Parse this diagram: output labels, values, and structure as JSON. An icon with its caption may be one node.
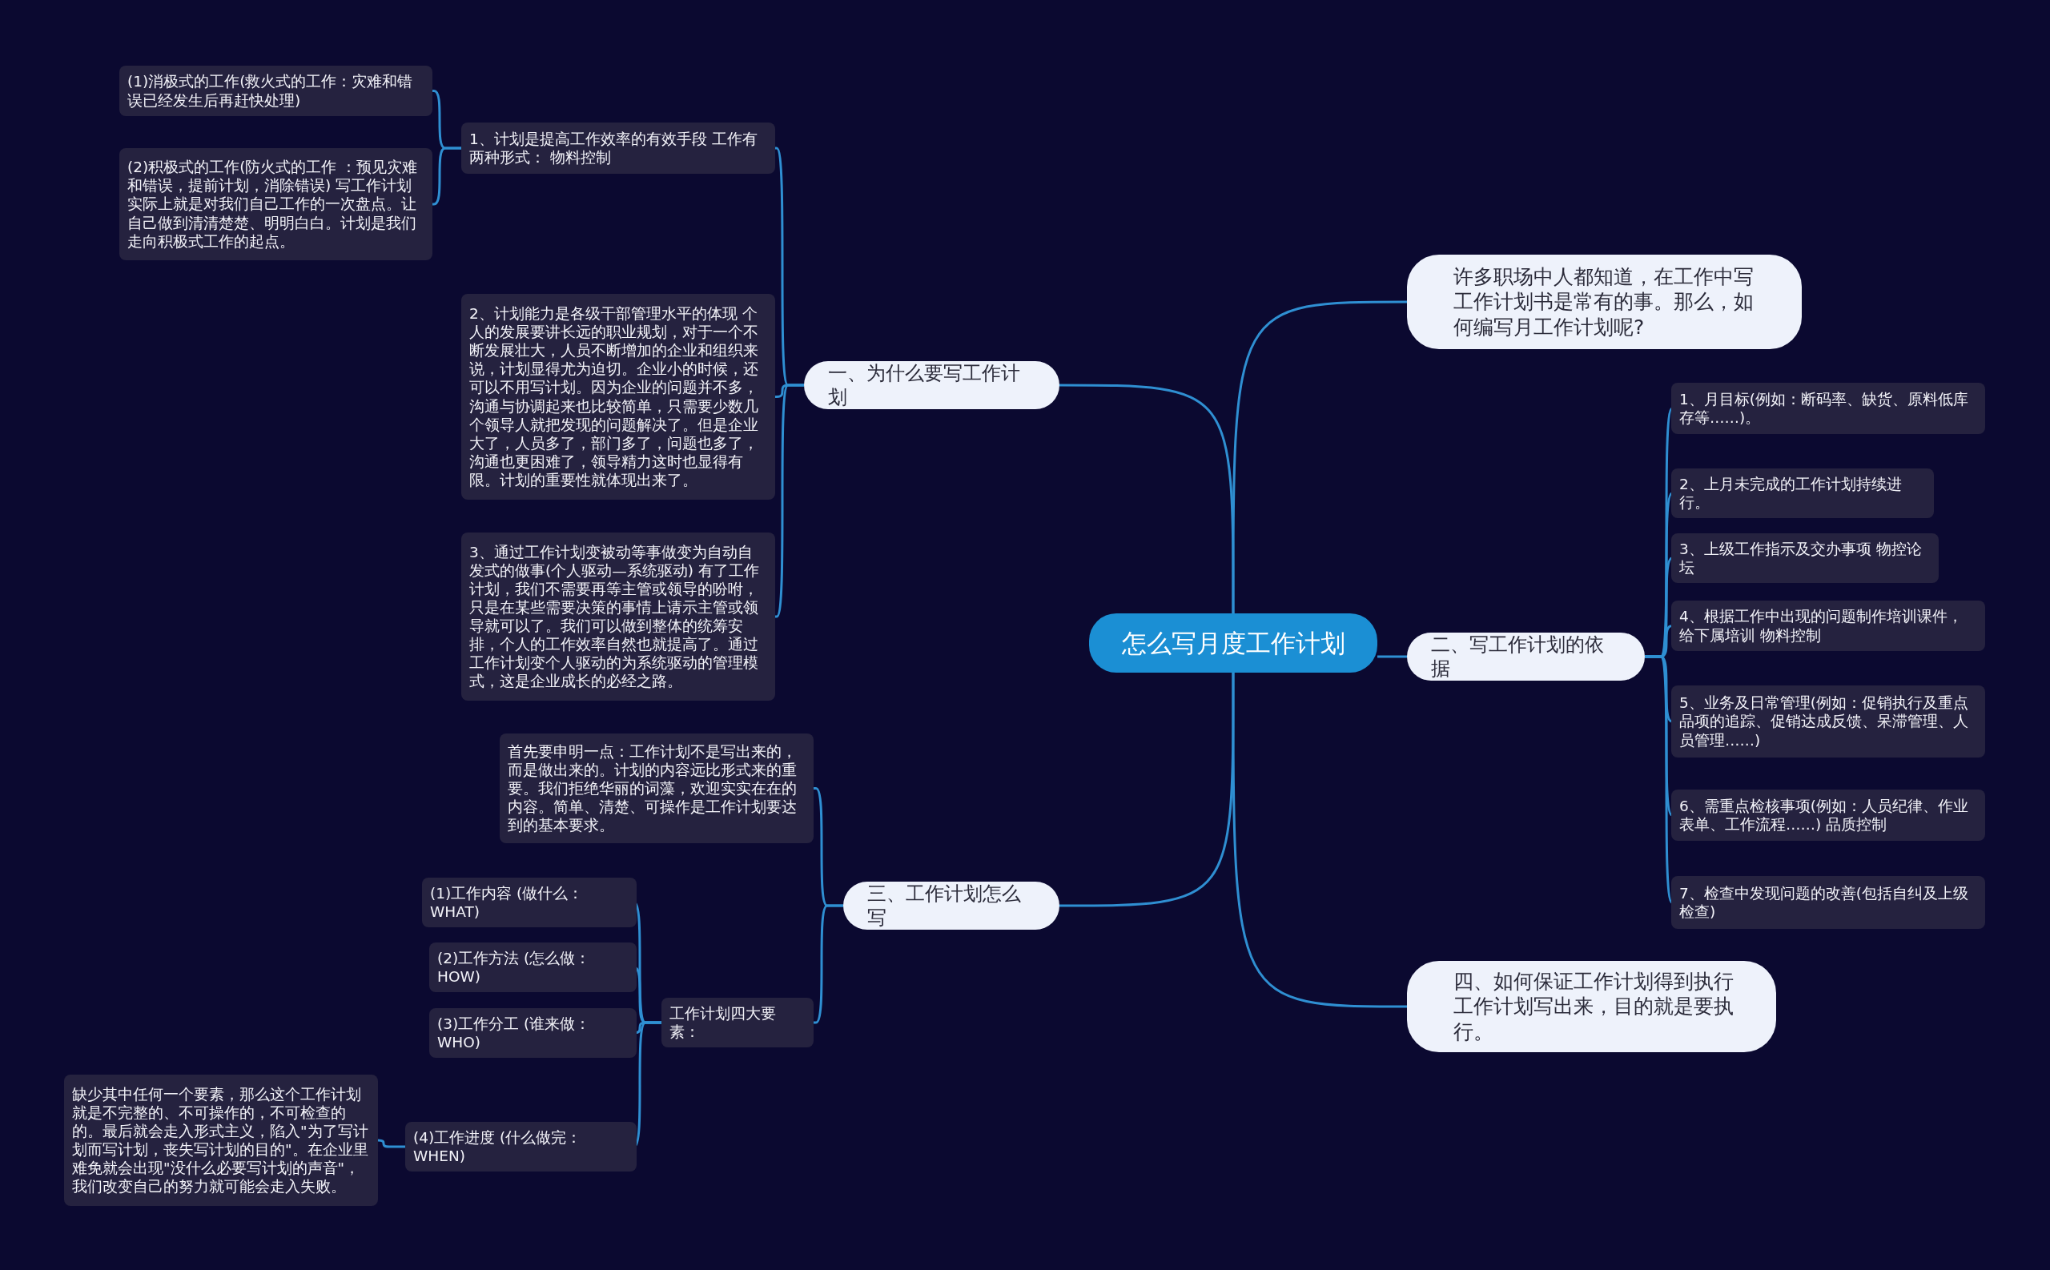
{
  "diagram": {
    "nodes": [
      {
        "text": [
          "怎么写月度工作计划"
        ]
      },
      {
        "text": [
          "许多职场中人都知道，在工作中写工作计划书是常有的事。那么，如何编写月工作计划呢?"
        ]
      },
      {
        "text": [
          "一、为什么要写工作计划"
        ]
      },
      {
        "text": [
          "1、计划是提高工作效率的有效手段 工作有两种形式： 物料控制"
        ]
      },
      {
        "text": [
          "(1)消极式的工作(救火式的工作：灾难和错误已经发生后再赶快处理)"
        ]
      },
      {
        "text": [
          "(2)积极式的工作(防火式的工作 ：预见灾难和错误，提前计划，消除错误) 写工作计划实际上就是对我们自己工作的一次盘点。让自己做到清清楚楚、明明白白。计划是我们走向积极式工作的起点。"
        ]
      },
      {
        "text": [
          "2、计划能力是各级干部管理水平的体现 个人的发展要讲长远的职业规划，对于一个不断发展壮大，人员不断增加的企业和组织来说，计划显得尤为迫切。企业小的时候，还可以不用写计划。因为企业的问题并不多，沟通与协调起来也比较简单，只需要少数几个领导人就把发现的问题解决了。但是企业大了，人员多了，部门多了，问题也多了，沟通也更困难了，领导精力这时也显得有限。计划的重要性就体现出来了。"
        ]
      },
      {
        "text": [
          "3、通过工作计划变被动等事做变为自动自发式的做事(个人驱动—系统驱动) 有了工作计划，我们不需要再等主管或领导的吩咐，只是在某些需要决策的事情上请示主管或领导就可以了。我们可以做到整体的统筹安排，个人的工作效率自然也就提高了。通过工作计划变个人驱动的为系统驱动的管理模式，这是企业成长的必经之路。"
        ]
      },
      {
        "text": [
          "二、写工作计划的依据"
        ]
      },
      {
        "text": [
          "1、月目标(例如：断码率、缺货、原料低库存等……)。"
        ]
      },
      {
        "text": [
          "2、上月未完成的工作计划持续进行。"
        ]
      },
      {
        "text": [
          "3、上级工作指示及交办事项 物控论坛"
        ]
      },
      {
        "text": [
          "4、根据工作中出现的问题制作培训课件，给下属培训 物料控制"
        ]
      },
      {
        "text": [
          "5、业务及日常管理(例如：促销执行及重点品项的追踪、促销达成反馈、呆滞管理、人员管理……)"
        ]
      },
      {
        "text": [
          "6、需重点检核事项(例如：人员纪律、作业表单、工作流程……) 品质控制"
        ]
      },
      {
        "text": [
          "7、检查中发现问题的改善(包括自纠及上级检查)"
        ]
      },
      {
        "text": [
          "三、工作计划怎么写"
        ]
      },
      {
        "text": [
          "首先要申明一点：工作计划不是写出来的，而是做出来的。计划的内容远比形式来的重要。我们拒绝华丽的词藻，欢迎实实在在的内容。简单、清楚、可操作是工作计划要达到的基本要求。"
        ]
      },
      {
        "text": [
          "工作计划四大要素："
        ]
      },
      {
        "text": [
          "(1)工作内容 (做什么：WHAT)"
        ]
      },
      {
        "text": [
          "(2)工作方法 (怎么做：HOW)"
        ]
      },
      {
        "text": [
          "(3)工作分工 (谁来做：WHO)"
        ]
      },
      {
        "text": [
          "(4)工作进度 (什么做完：WHEN)"
        ]
      },
      {
        "text": [
          "缺少其中任何一个要素，那么这个工作计划就是不完整的、不可操作的，不可检查的的。最后就会走入形式主义，陷入\"为了写计划而写计划，丧失写计划的目的\"。在企业里难免就会出现\"没什么必要写计划的声音\"，我们改变自己的努力就可能会走入失败。"
        ]
      },
      {
        "text": [
          "四、如何保证工作计划得到执行工作计划写出来，目的就是要执行。"
        ]
      }
    ],
    "edges": [
      {
        "from": 0,
        "to": 1,
        "arrow": "none"
      },
      {
        "from": 0,
        "to": 2,
        "arrow": "none"
      },
      {
        "from": 0,
        "to": 8,
        "arrow": "none"
      },
      {
        "from": 0,
        "to": 16,
        "arrow": "none"
      },
      {
        "from": 0,
        "to": 24,
        "arrow": "none"
      },
      {
        "from": 2,
        "to": 3,
        "arrow": "none"
      },
      {
        "from": 2,
        "to": 6,
        "arrow": "none"
      },
      {
        "from": 2,
        "to": 7,
        "arrow": "none"
      },
      {
        "from": 3,
        "to": 4,
        "arrow": "none"
      },
      {
        "from": 3,
        "to": 5,
        "arrow": "none"
      },
      {
        "from": 8,
        "to": 9,
        "arrow": "none"
      },
      {
        "from": 8,
        "to": 10,
        "arrow": "none"
      },
      {
        "from": 8,
        "to": 11,
        "arrow": "none"
      },
      {
        "from": 8,
        "to": 12,
        "arrow": "none"
      },
      {
        "from": 8,
        "to": 13,
        "arrow": "none"
      },
      {
        "from": 8,
        "to": 14,
        "arrow": "none"
      },
      {
        "from": 8,
        "to": 15,
        "arrow": "none"
      },
      {
        "from": 16,
        "to": 17,
        "arrow": "none"
      },
      {
        "from": 16,
        "to": 18,
        "arrow": "none"
      },
      {
        "from": 18,
        "to": 19,
        "arrow": "none"
      },
      {
        "from": 18,
        "to": 20,
        "arrow": "none"
      },
      {
        "from": 18,
        "to": 21,
        "arrow": "none"
      },
      {
        "from": 18,
        "to": 22,
        "arrow": "none"
      },
      {
        "from": 22,
        "to": 23,
        "arrow": "none"
      }
    ]
  }
}
